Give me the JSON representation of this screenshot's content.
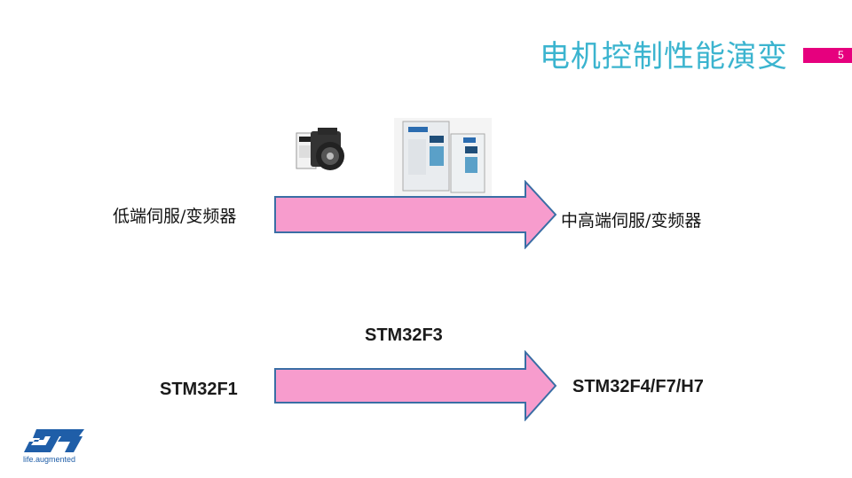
{
  "slide": {
    "title": "电机控制性能演变",
    "page_number": "5",
    "accent_color": "#e6007e",
    "title_color": "#3bb4cf",
    "arrow_fill": "#f79ccd"
  },
  "row1": {
    "left_label": "低端伺服/变频器",
    "right_label": "中高端伺服/变频器"
  },
  "row2": {
    "top_label": "STM32F3",
    "left_label": "STM32F1",
    "right_label": "STM32F4/F7/H7"
  },
  "logo": {
    "tagline": "life.augmented",
    "mark": "ST"
  }
}
